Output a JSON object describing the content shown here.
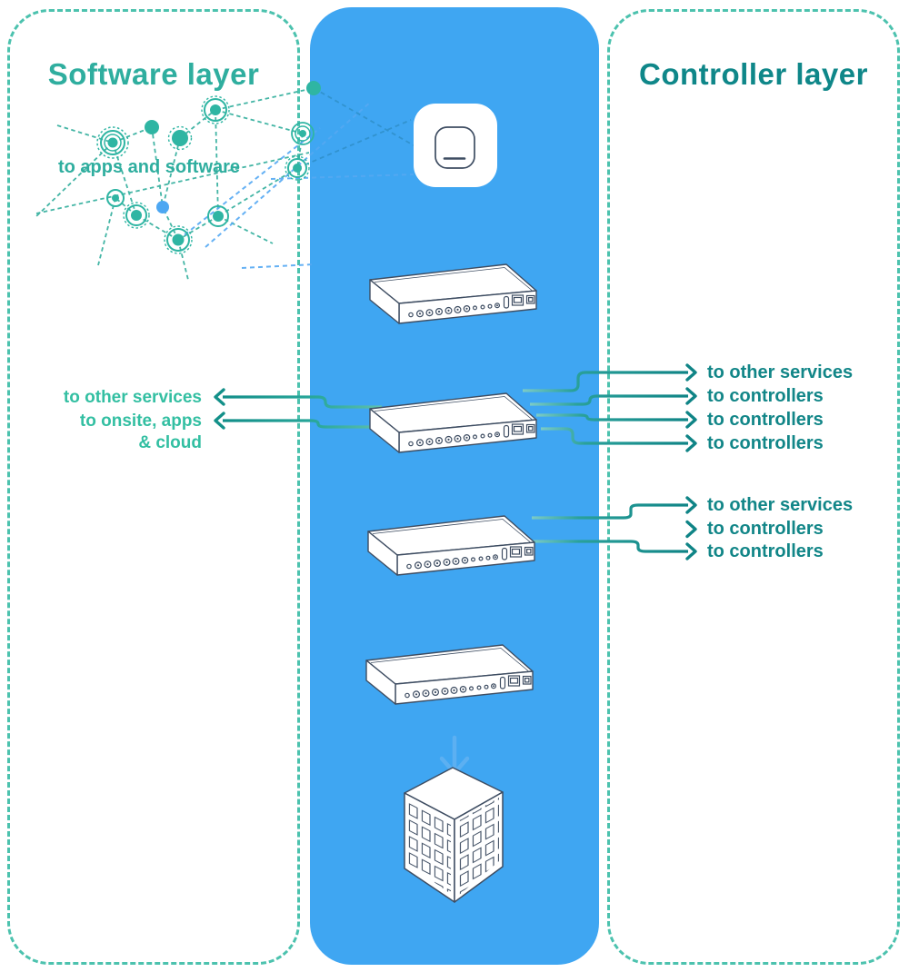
{
  "titles": {
    "software": "Software layer",
    "controller": "Controller layer"
  },
  "graph_label": "to apps and software",
  "left_labels": [
    "to other services",
    "to onsite, apps",
    "& cloud"
  ],
  "right_group1": [
    "to other services",
    "to controllers",
    "to controllers",
    "to controllers"
  ],
  "right_group2": [
    "to other services",
    "to controllers",
    "to controllers"
  ],
  "icons": {
    "access_point": "access-point-icon",
    "switch": "network-switch-icon",
    "building": "building-icon",
    "down_arrow": "down-arrow-icon",
    "network_graph": "network-graph-icon"
  },
  "colors": {
    "blue_column": "#3fa6f2",
    "panel_border_teal": "#4cc2ae",
    "title_software": "#2fae9f",
    "title_controller": "#0f8789",
    "label_left_green": "#33bfa2",
    "label_right_teal": "#128688",
    "connector_teal_dark": "#0f8486",
    "node_teal": "#2fb5a3",
    "node_blue": "#4da7f2",
    "device_outline": "#3e4d62",
    "building_arrow_blue": "#5cb0f2"
  }
}
